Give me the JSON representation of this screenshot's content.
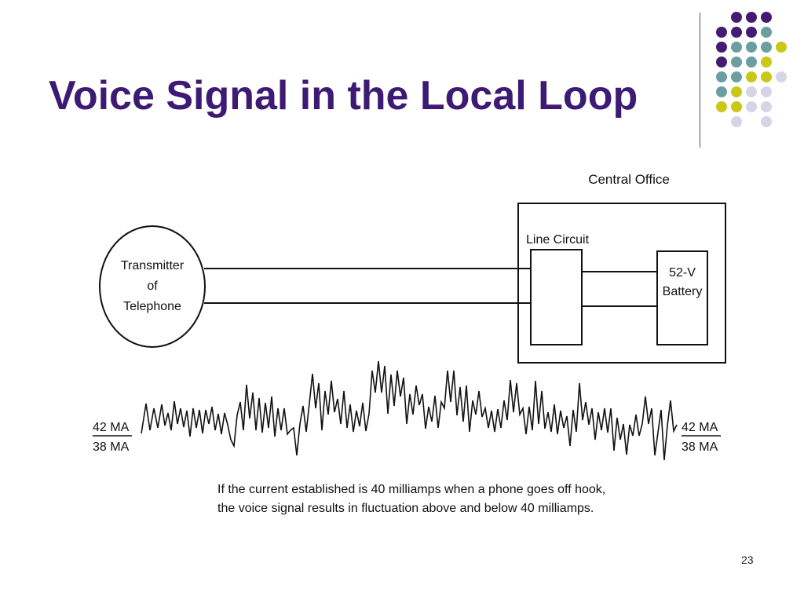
{
  "slide": {
    "title": "Voice Signal in the Local Loop",
    "page_number": "23"
  },
  "decoration": {
    "dot_colors": {
      "purple": "#451a73",
      "teal": "#6b9ea0",
      "yellow": "#c9c818",
      "lavender": "#d6d4e6"
    },
    "dot_rows": [
      [
        "",
        "purple",
        "purple",
        "purple",
        ""
      ],
      [
        "purple",
        "purple",
        "purple",
        "teal",
        ""
      ],
      [
        "purple",
        "teal",
        "teal",
        "teal",
        "yellow"
      ],
      [
        "purple",
        "teal",
        "teal",
        "yellow",
        ""
      ],
      [
        "teal",
        "teal",
        "yellow",
        "yellow",
        "lavender"
      ],
      [
        "teal",
        "yellow",
        "lavender",
        "lavender",
        ""
      ],
      [
        "yellow",
        "yellow",
        "lavender",
        "lavender",
        ""
      ],
      [
        "",
        "lavender",
        "",
        "lavender",
        ""
      ]
    ]
  },
  "diagram": {
    "telephone_lines": [
      "Transmitter",
      "of",
      "Telephone"
    ],
    "central_office_label": "Central Office",
    "line_circuit_label": "Line Circuit",
    "battery_lines": [
      "52-V",
      "Battery"
    ],
    "left_scale": {
      "upper": "42 MA",
      "lower": "38 MA"
    },
    "right_scale": {
      "upper": "42 MA",
      "lower": "38 MA"
    },
    "caption_lines": [
      "If the current established is 40 milliamps when a phone goes off hook,",
      "the voice signal results in fluctuation above and below 40 milliamps."
    ]
  }
}
